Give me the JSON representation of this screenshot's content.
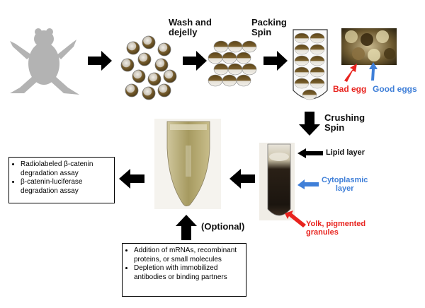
{
  "steps": {
    "wash": "Wash and\ndejelly",
    "packing": "Packing\nSpin",
    "crushing": "Crushing\nSpin",
    "optional": "(Optional)"
  },
  "photo_labels": {
    "bad_egg": "Bad egg",
    "good_eggs": "Good eggs"
  },
  "layers": {
    "lipid": "Lipid layer",
    "cytoplasmic": "Cytoplasmic\nlayer",
    "yolk": "Yolk, pigmented\ngranules"
  },
  "assays": [
    "Radiolabeled β-catenin degradation assay",
    "β-catenin-luciferase degradation assay"
  ],
  "options": [
    "Addition of mRNAs, recombinant proteins, or small molecules",
    "Depletion with immobilized antibodies or binding partners"
  ],
  "colors": {
    "bad": "#e8231e",
    "good": "#3f7fd8",
    "egg_dark": "#6b5326",
    "egg_light": "#d9d4c9",
    "frog": "#b3b3b3"
  }
}
